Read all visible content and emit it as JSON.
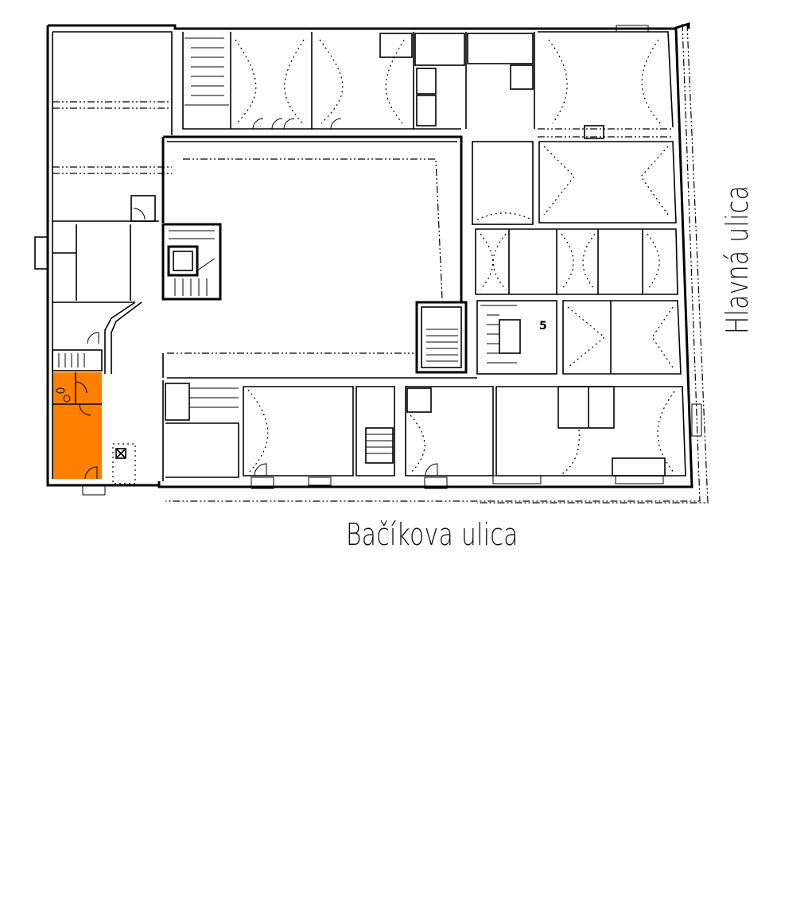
{
  "diagram": {
    "type": "architectural-floor-plan",
    "streets": {
      "bottom": "Bačíkova ulica",
      "right": "Hlavná ulica"
    },
    "unit_marker": "5",
    "highlighted_unit": {
      "color": "#FF8000",
      "position": "south-west corner"
    },
    "colors": {
      "walls": "#000000",
      "background": "#FFFFFF",
      "highlight": "#FF8000"
    }
  }
}
